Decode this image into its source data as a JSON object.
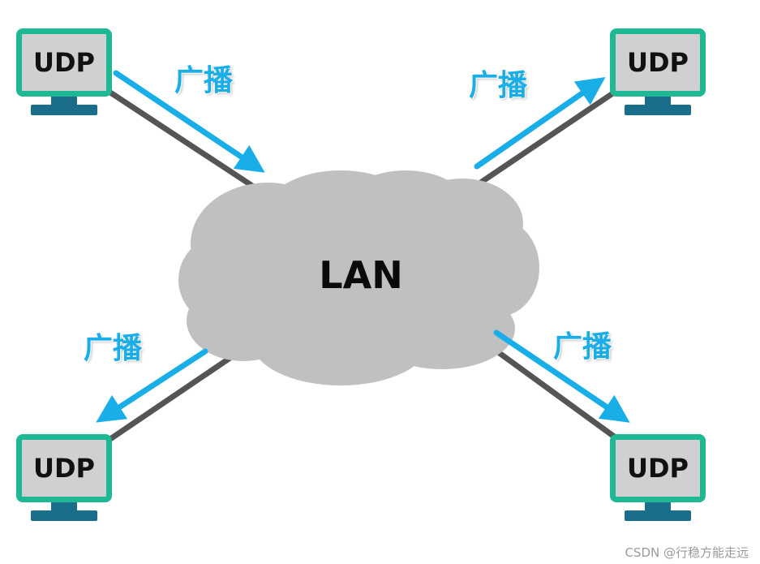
{
  "diagram": {
    "center": {
      "label": "LAN"
    },
    "hosts": [
      {
        "id": "top-left",
        "label": "UDP"
      },
      {
        "id": "top-right",
        "label": "UDP"
      },
      {
        "id": "bottom-left",
        "label": "UDP"
      },
      {
        "id": "bottom-right",
        "label": "UDP"
      }
    ],
    "flows": [
      {
        "from": "top-left",
        "to": "LAN",
        "label": "广播"
      },
      {
        "from": "LAN",
        "to": "top-right",
        "label": "广播"
      },
      {
        "from": "LAN",
        "to": "bottom-left",
        "label": "广播"
      },
      {
        "from": "LAN",
        "to": "bottom-right",
        "label": "广播"
      }
    ]
  },
  "watermark": "CSDN @行稳方能走远",
  "colors": {
    "monitor_frame": "#1fb894",
    "monitor_screen": "#d0d0d3",
    "monitor_stand": "#1a6e8a",
    "arrow": "#1aaee8",
    "link": "#555555",
    "cloud": "#c0c0c0"
  }
}
